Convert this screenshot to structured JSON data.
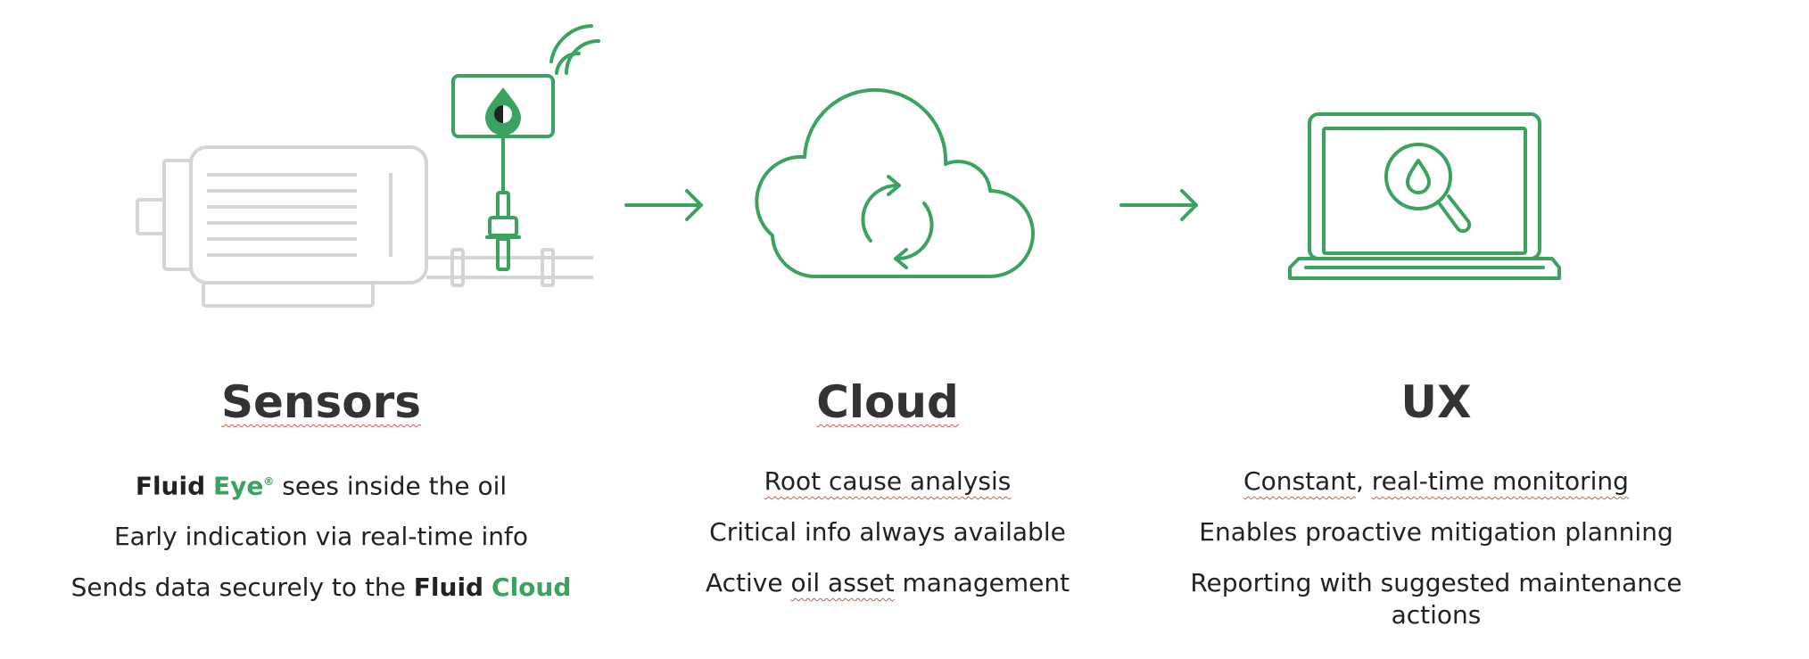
{
  "colors": {
    "accent": "#3aa35f",
    "grey": "#d4d4d4",
    "text": "#222222",
    "heading": "#333333"
  },
  "stages": [
    {
      "title": "Sensors",
      "icon": "motor-sensor-icon",
      "lines": [
        {
          "parts": [
            "Fluid",
            " ",
            "Eye",
            "®",
            " sees inside the oil"
          ]
        },
        {
          "text": "Early indication via real-time info"
        },
        {
          "parts": [
            "Sends data securely to the ",
            "Fluid",
            " ",
            "Cloud"
          ]
        }
      ]
    },
    {
      "title": "Cloud",
      "icon": "cloud-sync-icon",
      "lines": [
        {
          "text": "Root cause analysis"
        },
        {
          "text": "Critical info always available"
        },
        {
          "parts": [
            "Active ",
            "oil asset",
            " management"
          ]
        }
      ]
    },
    {
      "title": "UX",
      "icon": "laptop-search-icon",
      "lines": [
        {
          "parts": [
            "Constant",
            ", ",
            "real-time monitoring"
          ]
        },
        {
          "text": "Enables proactive mitigation planning"
        },
        {
          "text": "Reporting with suggested maintenance actions"
        }
      ]
    }
  ]
}
